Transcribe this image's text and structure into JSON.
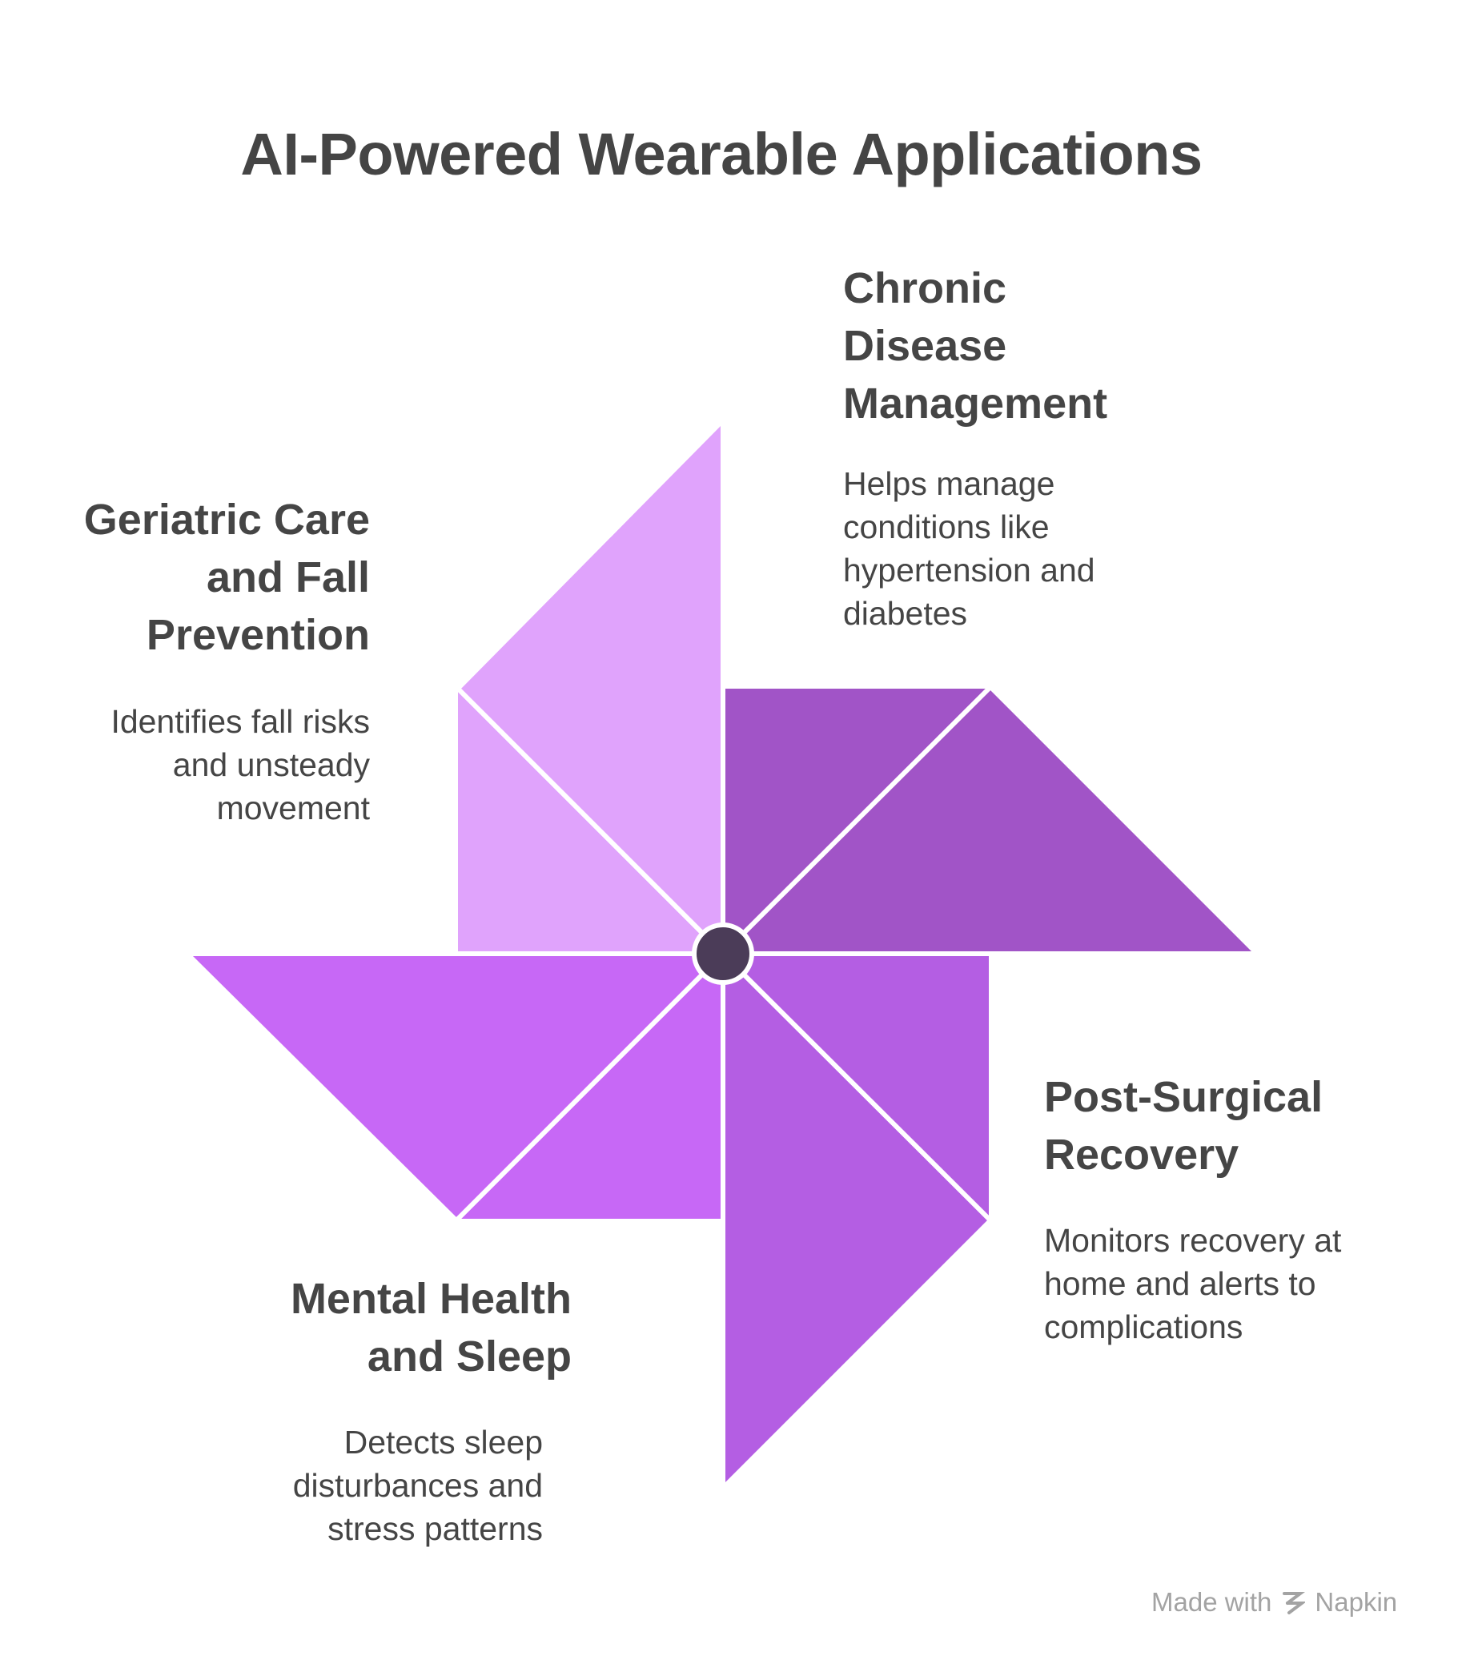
{
  "title": "AI-Powered Wearable Applications",
  "colors": {
    "geriatric": "#e0a3fc",
    "chronic": "#a154c7",
    "post_surgical": "#b45ee3",
    "mental_health": "#c768f6",
    "center": "#4b3c58",
    "text": "#454545",
    "footer": "#a3a3a3"
  },
  "segments": [
    {
      "id": "chronic",
      "title": "Chronic\nDisease\nManagement",
      "description": "Helps manage\nconditions like\nhypertension and\ndiabetes"
    },
    {
      "id": "geriatric",
      "title": "Geriatric Care\nand Fall\nPrevention",
      "description": "Identifies fall risks\nand unsteady\nmovement"
    },
    {
      "id": "post_surgical",
      "title": "Post-Surgical\nRecovery",
      "description": "Monitors recovery at\nhome and alerts to\ncomplications"
    },
    {
      "id": "mental_health",
      "title": "Mental Health\nand Sleep",
      "description": "Detects sleep\ndisturbances and\nstress patterns"
    }
  ],
  "footer": {
    "made_with": "Made with",
    "brand": "Napkin",
    "icon": "napkin-logo-icon"
  }
}
